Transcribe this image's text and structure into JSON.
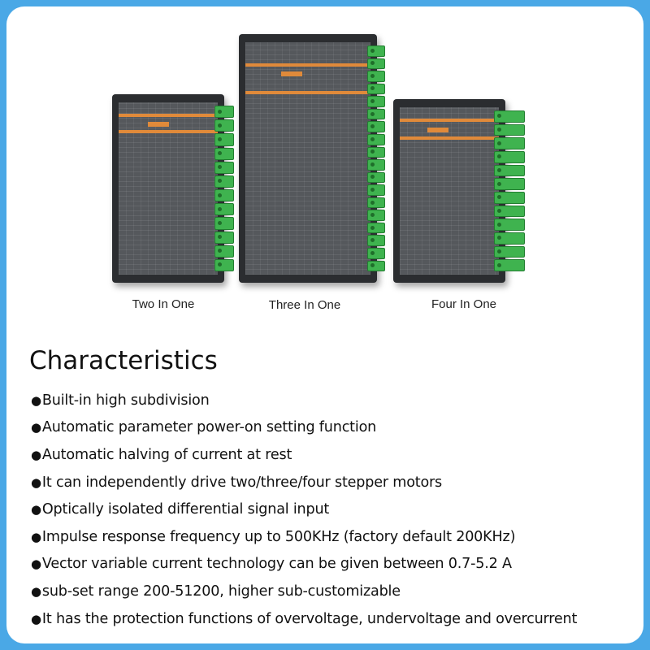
{
  "products": [
    {
      "caption": "Two In One"
    },
    {
      "caption": "Three In One"
    },
    {
      "caption": "Four In One"
    }
  ],
  "characteristics": {
    "title": "Characteristics",
    "bullet": "●",
    "items": [
      "Built-in high subdivision",
      "Automatic parameter power-on setting function",
      "Automatic halving of current at rest",
      "It can independently drive two/three/four stepper motors",
      "Optically isolated differential signal input",
      "Impulse response frequency up to 500KHz (factory default 200KHz)",
      "Vector variable current technology can be given between 0.7-5.2 A",
      "sub-set range 200-51200, higher sub-customizable",
      "It has the protection functions of overvoltage, undervoltage and overcurrent"
    ]
  },
  "colors": {
    "frame": "#4aa8e6",
    "background": "#ffffff",
    "driver_body": "#2b2d30",
    "panel": "#55585c",
    "accent_stripe": "#e08a3a",
    "terminal_green": "#3fb34f"
  }
}
